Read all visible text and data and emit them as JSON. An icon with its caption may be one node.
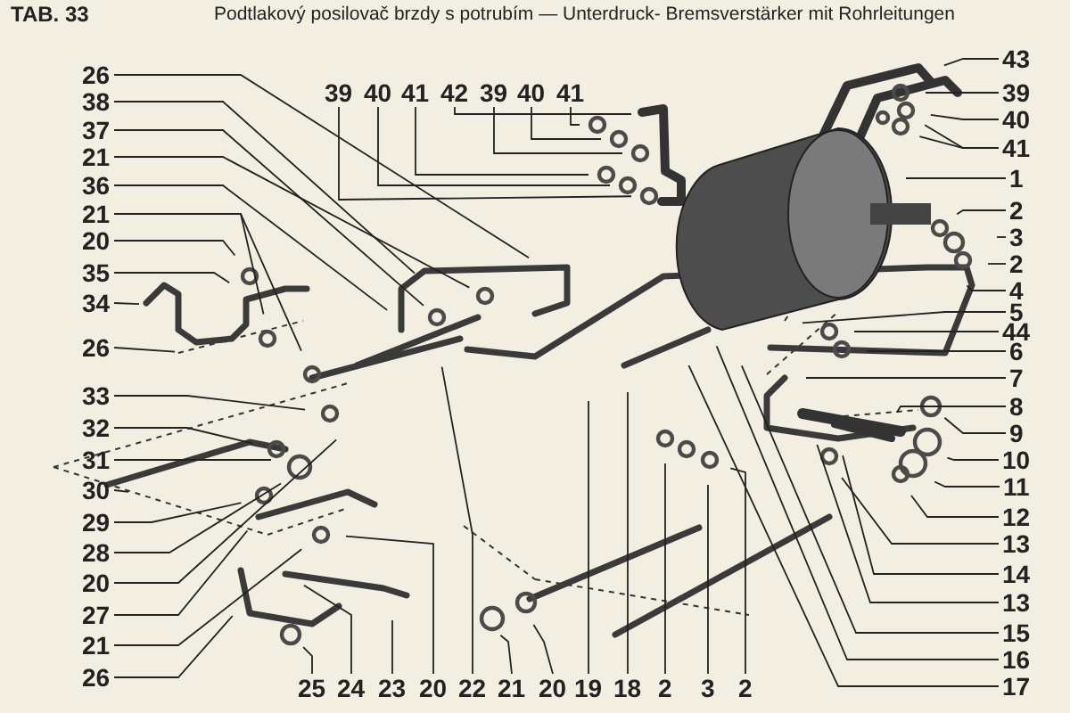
{
  "diagram": {
    "title": "Podtlakový posilovač brzdy s potrubím — Unterdruck- Bremsverstärker mit Rohrleitungen",
    "nodes": [
      {
        "text": [
          "39"
        ]
      },
      {
        "text": [
          "40"
        ]
      },
      {
        "text": [
          "41"
        ]
      },
      {
        "text": [
          "42"
        ]
      },
      {
        "text": [
          "39"
        ]
      },
      {
        "text": [
          "40"
        ]
      },
      {
        "text": [
          "41"
        ]
      },
      {
        "text": [
          "26"
        ]
      },
      {
        "text": [
          "38"
        ]
      },
      {
        "text": [
          "37"
        ]
      },
      {
        "text": [
          "21"
        ]
      },
      {
        "text": [
          "36"
        ]
      },
      {
        "text": [
          "21"
        ]
      },
      {
        "text": [
          "20"
        ]
      },
      {
        "text": [
          "35"
        ]
      },
      {
        "text": [
          "34"
        ]
      },
      {
        "text": [
          "26"
        ]
      },
      {
        "text": [
          "33"
        ]
      },
      {
        "text": [
          "32"
        ]
      },
      {
        "text": [
          "31"
        ]
      },
      {
        "text": [
          "30"
        ]
      },
      {
        "text": [
          "29"
        ]
      },
      {
        "text": [
          "28"
        ]
      },
      {
        "text": [
          "20"
        ]
      },
      {
        "text": [
          "27"
        ]
      },
      {
        "text": [
          "21"
        ]
      },
      {
        "text": [
          "26"
        ]
      },
      {
        "text": [
          "25"
        ]
      },
      {
        "text": [
          "24"
        ]
      },
      {
        "text": [
          "23"
        ]
      },
      {
        "text": [
          "20"
        ]
      },
      {
        "text": [
          "22"
        ]
      },
      {
        "text": [
          "21"
        ]
      },
      {
        "text": [
          "20"
        ]
      },
      {
        "text": [
          "19"
        ]
      },
      {
        "text": [
          "18"
        ]
      },
      {
        "text": [
          "2"
        ]
      },
      {
        "text": [
          "3"
        ]
      },
      {
        "text": [
          "2"
        ]
      },
      {
        "text": [
          "43"
        ]
      },
      {
        "text": [
          "39"
        ]
      },
      {
        "text": [
          "40"
        ]
      },
      {
        "text": [
          "41"
        ]
      },
      {
        "text": [
          "1"
        ]
      },
      {
        "text": [
          "2"
        ]
      },
      {
        "text": [
          "3"
        ]
      },
      {
        "text": [
          "2"
        ]
      },
      {
        "text": [
          "4"
        ]
      },
      {
        "text": [
          "5"
        ]
      },
      {
        "text": [
          "44"
        ]
      },
      {
        "text": [
          "6"
        ]
      },
      {
        "text": [
          "7"
        ]
      },
      {
        "text": [
          "8"
        ]
      },
      {
        "text": [
          "9"
        ]
      },
      {
        "text": [
          "10"
        ]
      },
      {
        "text": [
          "11"
        ]
      },
      {
        "text": [
          "12"
        ]
      },
      {
        "text": [
          "13"
        ]
      },
      {
        "text": [
          "14"
        ]
      },
      {
        "text": [
          "13"
        ]
      },
      {
        "text": [
          "15"
        ]
      },
      {
        "text": [
          "16"
        ]
      },
      {
        "text": [
          "17"
        ]
      }
    ],
    "edges": [
      {
        "from": 0,
        "to": null,
        "arrow": "none"
      },
      {
        "from": 1,
        "to": null,
        "arrow": "none"
      },
      {
        "from": 2,
        "to": null,
        "arrow": "none"
      },
      {
        "from": 3,
        "to": null,
        "arrow": "none"
      },
      {
        "from": 4,
        "to": null,
        "arrow": "none"
      },
      {
        "from": 5,
        "to": null,
        "arrow": "none"
      },
      {
        "from": 6,
        "to": null,
        "arrow": "none"
      },
      {
        "from": 7,
        "to": null,
        "arrow": "none"
      },
      {
        "from": 8,
        "to": null,
        "arrow": "none"
      },
      {
        "from": 9,
        "to": null,
        "arrow": "none"
      },
      {
        "from": 10,
        "to": null,
        "arrow": "none"
      },
      {
        "from": 11,
        "to": null,
        "arrow": "none"
      },
      {
        "from": 12,
        "to": null,
        "arrow": "none"
      },
      {
        "from": 12,
        "to": null,
        "arrow": "none"
      },
      {
        "from": 13,
        "to": null,
        "arrow": "none"
      },
      {
        "from": 14,
        "to": null,
        "arrow": "none"
      },
      {
        "from": 15,
        "to": null,
        "arrow": "none"
      },
      {
        "from": 16,
        "to": null,
        "arrow": "none"
      },
      {
        "from": 17,
        "to": null,
        "arrow": "none"
      },
      {
        "from": 18,
        "to": null,
        "arrow": "none"
      },
      {
        "from": 19,
        "to": null,
        "arrow": "none"
      },
      {
        "from": 20,
        "to": null,
        "arrow": "none"
      },
      {
        "from": 21,
        "to": null,
        "arrow": "none"
      },
      {
        "from": 22,
        "to": null,
        "arrow": "none"
      },
      {
        "from": 23,
        "to": null,
        "arrow": "none"
      },
      {
        "from": 24,
        "to": null,
        "arrow": "none"
      },
      {
        "from": 25,
        "to": null,
        "arrow": "none"
      },
      {
        "from": 26,
        "to": null,
        "arrow": "none"
      },
      {
        "from": 27,
        "to": null,
        "arrow": "none"
      },
      {
        "from": 28,
        "to": null,
        "arrow": "none"
      },
      {
        "from": 29,
        "to": null,
        "arrow": "none"
      },
      {
        "from": 30,
        "to": null,
        "arrow": "none"
      },
      {
        "from": 31,
        "to": null,
        "arrow": "none"
      },
      {
        "from": 32,
        "to": null,
        "arrow": "none"
      },
      {
        "from": 33,
        "to": null,
        "arrow": "none"
      },
      {
        "from": 34,
        "to": null,
        "arrow": "none"
      },
      {
        "from": 35,
        "to": null,
        "arrow": "none"
      },
      {
        "from": 36,
        "to": null,
        "arrow": "none"
      },
      {
        "from": 37,
        "to": null,
        "arrow": "none"
      },
      {
        "from": 38,
        "to": null,
        "arrow": "none"
      },
      {
        "from": 39,
        "to": null,
        "arrow": "none"
      },
      {
        "from": 40,
        "to": null,
        "arrow": "none"
      },
      {
        "from": 41,
        "to": null,
        "arrow": "none"
      },
      {
        "from": 42,
        "to": null,
        "arrow": "none"
      },
      {
        "from": 42,
        "to": null,
        "arrow": "none"
      },
      {
        "from": 43,
        "to": null,
        "arrow": "none"
      },
      {
        "from": 44,
        "to": null,
        "arrow": "none"
      },
      {
        "from": 45,
        "to": null,
        "arrow": "none"
      },
      {
        "from": 46,
        "to": null,
        "arrow": "none"
      },
      {
        "from": 47,
        "to": null,
        "arrow": "none"
      },
      {
        "from": 48,
        "to": null,
        "arrow": "none"
      },
      {
        "from": 49,
        "to": null,
        "arrow": "none"
      },
      {
        "from": 50,
        "to": null,
        "arrow": "none"
      },
      {
        "from": 51,
        "to": null,
        "arrow": "none"
      },
      {
        "from": 52,
        "to": null,
        "arrow": "none"
      },
      {
        "from": 53,
        "to": null,
        "arrow": "none"
      },
      {
        "from": 54,
        "to": null,
        "arrow": "none"
      },
      {
        "from": 55,
        "to": null,
        "arrow": "none"
      },
      {
        "from": 56,
        "to": null,
        "arrow": "none"
      },
      {
        "from": 57,
        "to": null,
        "arrow": "none"
      },
      {
        "from": 58,
        "to": null,
        "arrow": "none"
      },
      {
        "from": 59,
        "to": null,
        "arrow": "none"
      },
      {
        "from": 60,
        "to": null,
        "arrow": "none"
      },
      {
        "from": 61,
        "to": null,
        "arrow": "none"
      },
      {
        "from": 62,
        "to": null,
        "arrow": "none"
      }
    ],
    "labels": [
      "TAB. 33"
    ]
  }
}
